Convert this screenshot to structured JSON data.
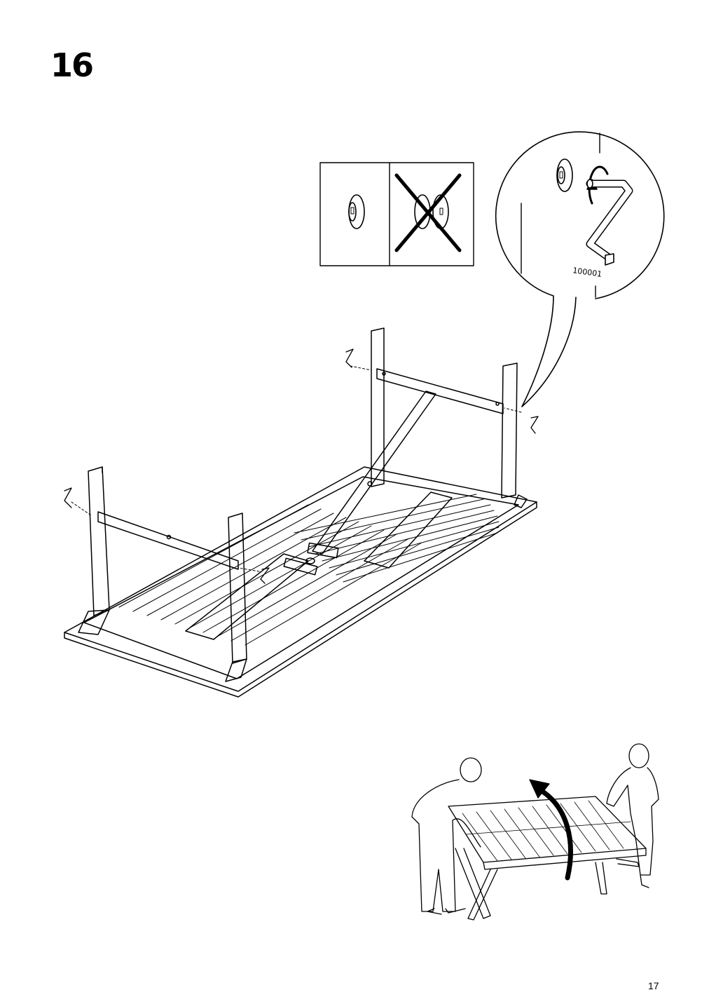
{
  "step": {
    "number": "16"
  },
  "detail": {
    "part_code": "100001"
  },
  "page": {
    "number": "17"
  },
  "icons": {
    "correct": "cam-lock-correct-icon",
    "incorrect": "cam-lock-incorrect-icon",
    "rotate": "rotate-clockwise-icon",
    "tool": "hex-key-icon",
    "flip": "flip-arrow-icon"
  }
}
